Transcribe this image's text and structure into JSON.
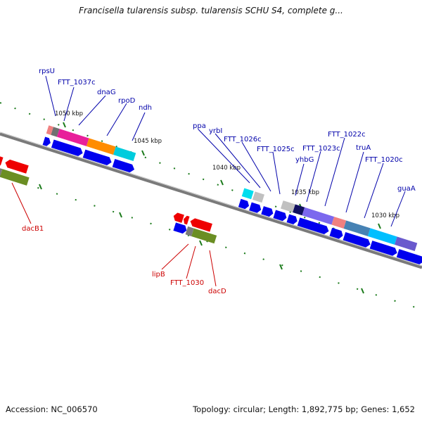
{
  "title": "Francisella tularensis subsp. tularensis SCHU S4, complete g...",
  "footer": {
    "accession": "Accession: NC_006570",
    "summary": "Topology: circular; Length: 1,892,775 bp; Genes: 1,652"
  },
  "colors": {
    "forward_label": "#0000aa",
    "reverse_label": "#cc0000",
    "backbone": "#8a8a8a",
    "tick": "#1a7a1a"
  },
  "kbp_ticks": [
    "1050 kbp",
    "1045 kbp",
    "1040 kbp",
    "1035 kbp",
    "1030 kbp"
  ],
  "forward_genes": [
    "rpsU",
    "FTT_1037c",
    "dnaG",
    "rpoD",
    "ndh",
    "ppa",
    "yrbI",
    "FTT_1026c",
    "FTT_1025c",
    "yhbG",
    "FTT_1023c",
    "FTT_1022c",
    "truA",
    "FTT_1020c",
    "guaA"
  ],
  "reverse_genes": [
    "dacB1",
    "lipB",
    "FTT_1030",
    "dacD"
  ]
}
